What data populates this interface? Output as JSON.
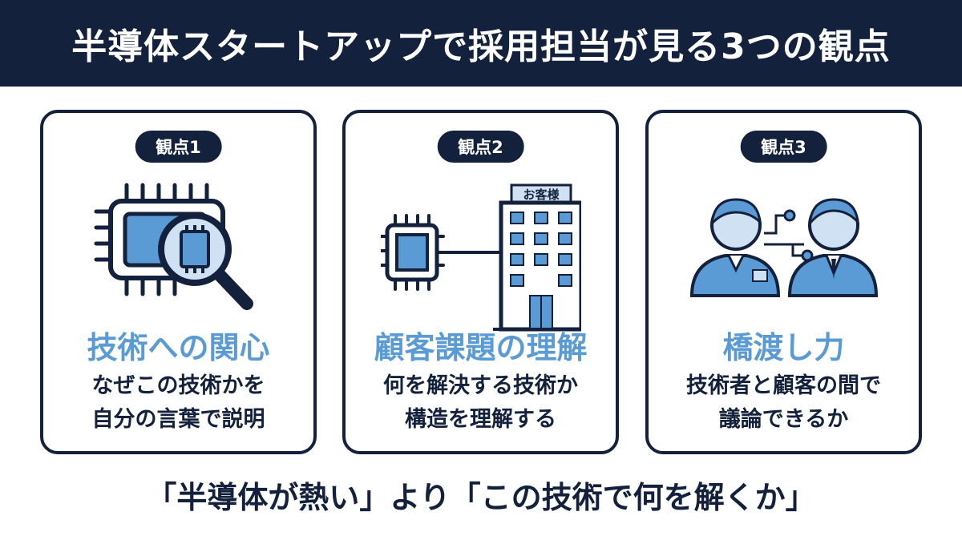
{
  "title": "半導体スタートアップで採用担当が見る3つの観点",
  "cards": [
    {
      "badge": "観点1",
      "heading": "技術への関心",
      "desc_line1": "なぜこの技術かを",
      "desc_line2": "自分の言葉で説明",
      "icon": "chip-magnifier-icon"
    },
    {
      "badge": "観点2",
      "heading": "顧客課題の理解",
      "desc_line1": "何を解決する技術か",
      "desc_line2": "構造を理解する",
      "icon": "chip-customer-building-icon",
      "building_sign": "お客様"
    },
    {
      "badge": "観点3",
      "heading": "橋渡し力",
      "desc_line1": "技術者と顧客の間で",
      "desc_line2": "議論できるか",
      "icon": "two-people-connection-icon"
    }
  ],
  "footer": "「半導体が熱い」より「この技術で何を解くか」",
  "colors": {
    "navy": "#14213d",
    "accent_blue": "#5a9bd5",
    "light_blue": "#cfe1f3",
    "white": "#ffffff"
  }
}
